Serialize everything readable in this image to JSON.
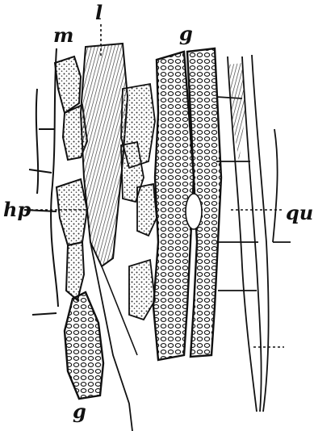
{
  "labels": {
    "m": "m",
    "l": "l",
    "g_top": "g",
    "hp": "hp",
    "qu": "qu",
    "g_bottom": "g"
  },
  "colors": {
    "ink": "#111111",
    "background": "#ffffff",
    "shade": "#555555"
  }
}
